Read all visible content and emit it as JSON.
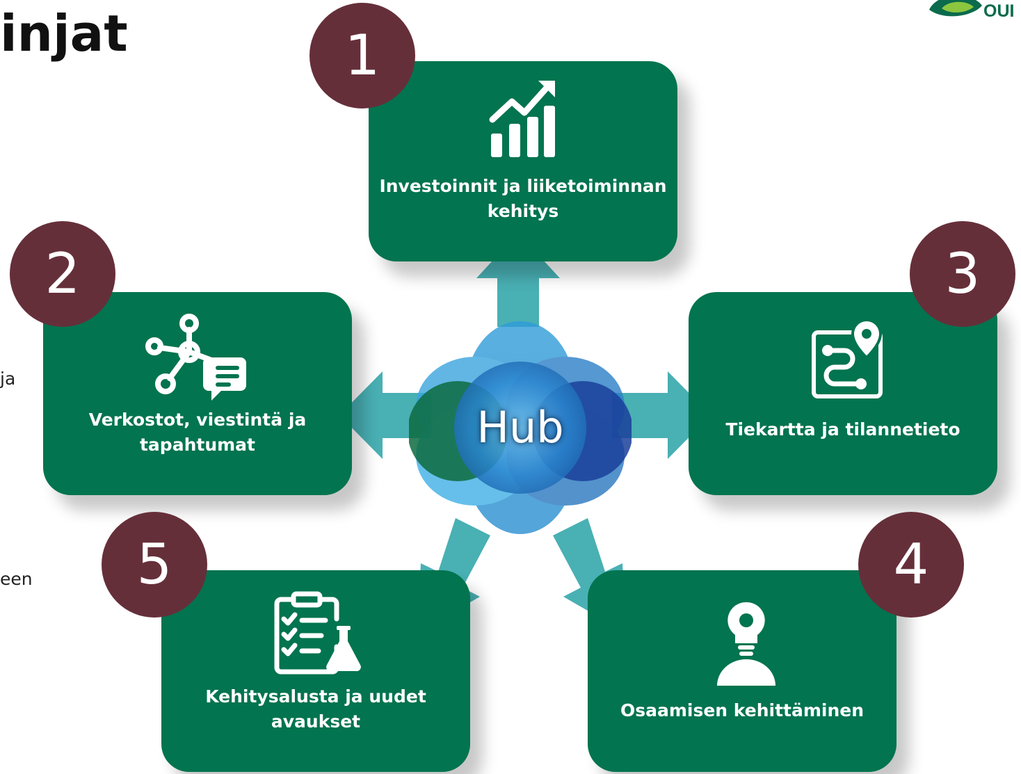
{
  "header": {
    "title": "injat"
  },
  "side_fragments": {
    "frag1": "ja",
    "frag2": "een"
  },
  "logo": {
    "text": "OUI"
  },
  "hub": {
    "label": "Hub"
  },
  "nodes": [
    {
      "number": "1",
      "label": "Investoinnit ja liiketoiminnan\nkehitys",
      "icon": "chart-growth-icon"
    },
    {
      "number": "2",
      "label": "Verkostot, viestintä ja\ntapahtumat",
      "icon": "network-chat-icon"
    },
    {
      "number": "3",
      "label": "Tiekartta ja tilannetieto",
      "icon": "roadmap-pin-icon"
    },
    {
      "number": "4",
      "label": "Osaamisen kehittäminen",
      "icon": "person-lightbulb-icon"
    },
    {
      "number": "5",
      "label": "Kehitysalusta ja uudet\navaukset",
      "icon": "clipboard-flask-icon"
    }
  ],
  "colors": {
    "box_green": "#02744f",
    "number_circle": "#652f3a",
    "arrow_teal": "#49b0b4",
    "hub_blue": "#1f6fb8"
  }
}
